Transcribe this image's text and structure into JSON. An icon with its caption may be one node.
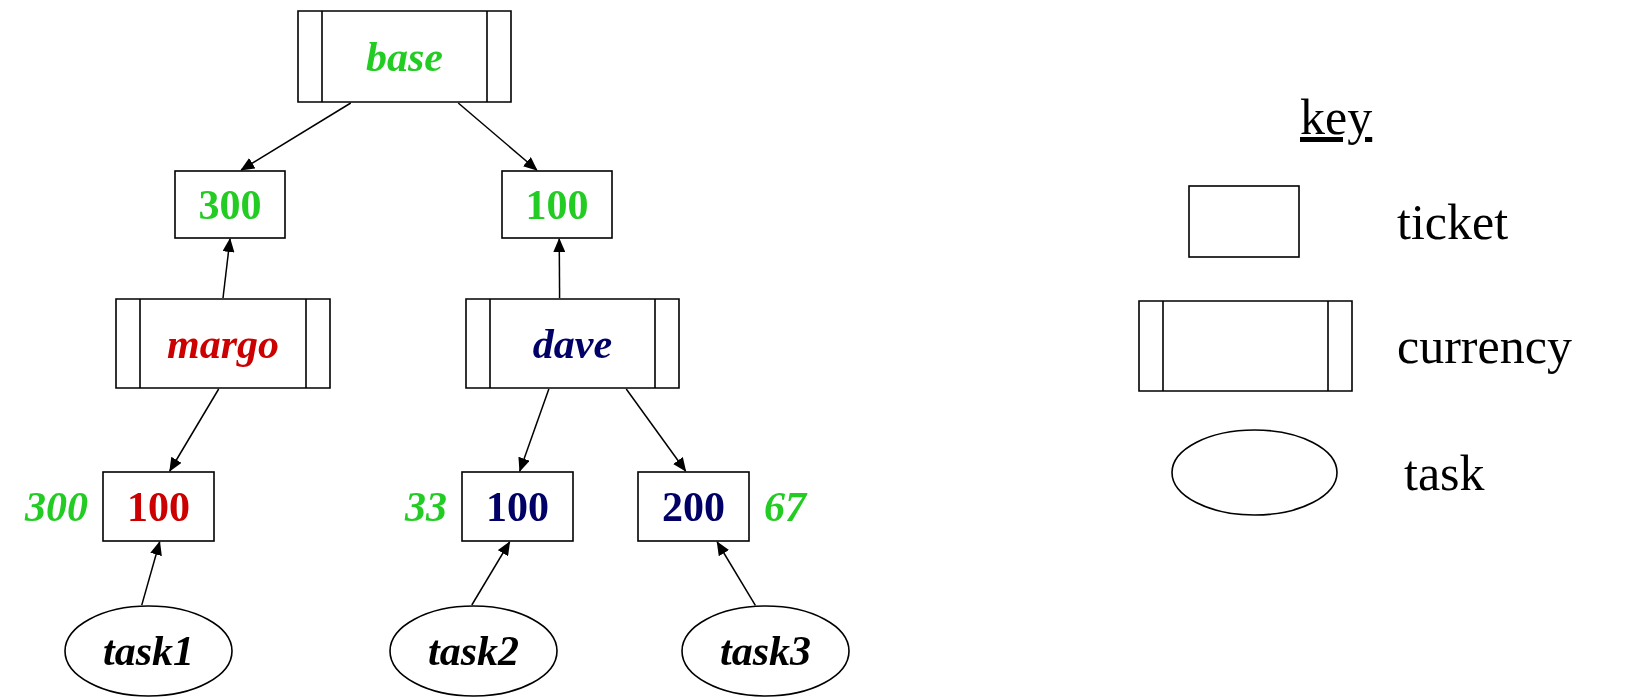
{
  "diagram": {
    "nodes": [
      {
        "text": [
          "base"
        ]
      },
      {
        "text": [
          "300"
        ]
      },
      {
        "text": [
          "100"
        ]
      },
      {
        "text": [
          "margo"
        ]
      },
      {
        "text": [
          "dave"
        ]
      },
      {
        "text": [
          "100"
        ],
        "beside": [
          "300"
        ]
      },
      {
        "text": [
          "100"
        ],
        "beside": [
          "33"
        ]
      },
      {
        "text": [
          "200"
        ],
        "beside": [
          "67"
        ]
      },
      {
        "text": [
          "task1"
        ]
      },
      {
        "text": [
          "task2"
        ]
      },
      {
        "text": [
          "task3"
        ]
      }
    ],
    "edges": [
      {
        "from": 0,
        "to": 1,
        "arrow": "to"
      },
      {
        "from": 0,
        "to": 2,
        "arrow": "to"
      },
      {
        "from": 3,
        "to": 1,
        "arrow": "to"
      },
      {
        "from": 4,
        "to": 2,
        "arrow": "to"
      },
      {
        "from": 3,
        "to": 5,
        "arrow": "to"
      },
      {
        "from": 4,
        "to": 6,
        "arrow": "to"
      },
      {
        "from": 4,
        "to": 7,
        "arrow": "to"
      },
      {
        "from": 8,
        "to": 5,
        "arrow": "to"
      },
      {
        "from": 9,
        "to": 6,
        "arrow": "to"
      },
      {
        "from": 10,
        "to": 7,
        "arrow": "to"
      }
    ],
    "labels": [
      "key"
    ],
    "legend": [
      {
        "text": "ticket"
      },
      {
        "text": "currency"
      },
      {
        "text": "task"
      }
    ]
  }
}
